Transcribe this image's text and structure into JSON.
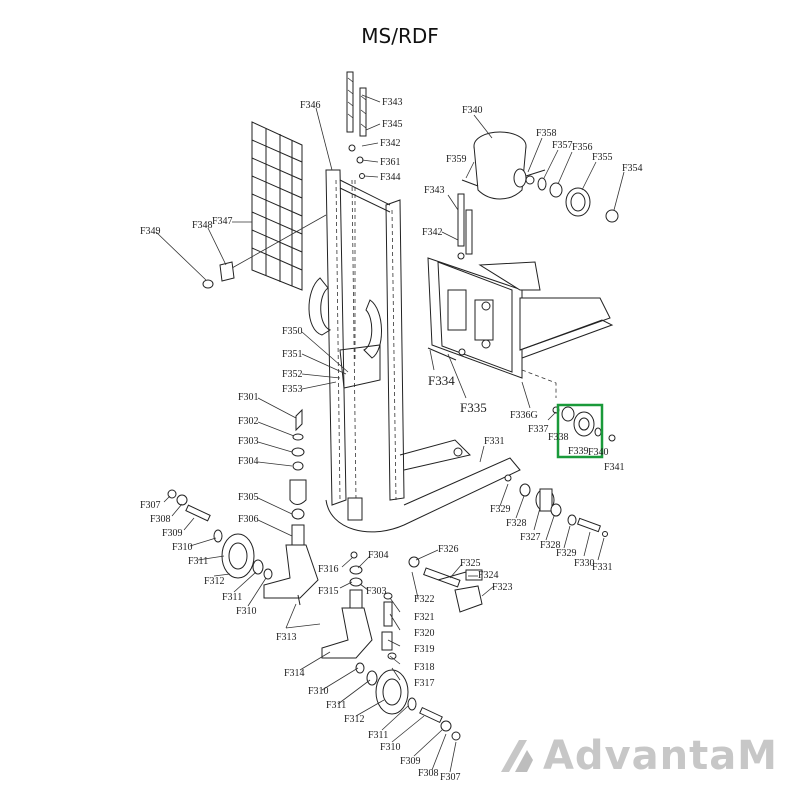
{
  "title": "MS/RDF",
  "logo": {
    "text": "AdvantaM"
  },
  "highlight_color": "#1a9a3a",
  "line_color": "#222222",
  "labels": [
    "F346",
    "F343",
    "F345",
    "F342",
    "F361",
    "F344",
    "F347",
    "F348",
    "F349",
    "F340",
    "F359",
    "F358",
    "F357",
    "F356",
    "F355",
    "F354",
    "F343",
    "F342",
    "F350",
    "F351",
    "F352",
    "F353",
    "F334",
    "F335",
    "F336G",
    "F337",
    "F338",
    "F339",
    "F340",
    "F341",
    "F301",
    "F302",
    "F303",
    "F304",
    "F305",
    "F306",
    "F331",
    "F329",
    "F328",
    "F327",
    "F328",
    "F329",
    "F330",
    "F331",
    "F307",
    "F308",
    "F309",
    "F310",
    "F311",
    "F312",
    "F311",
    "F310",
    "F313",
    "F316",
    "F304",
    "F315",
    "F303",
    "F326",
    "F325",
    "F324",
    "F323",
    "F322",
    "F321",
    "F320",
    "F319",
    "F318",
    "F317",
    "F314",
    "F310",
    "F311",
    "F312",
    "F311",
    "F310",
    "F309",
    "F308",
    "F307"
  ]
}
